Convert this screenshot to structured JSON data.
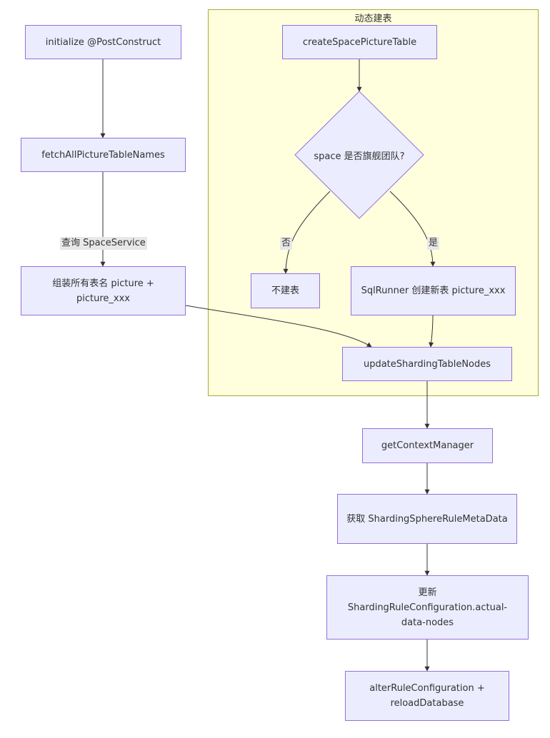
{
  "cluster": {
    "title": "动态建表"
  },
  "nodes": {
    "initialize": "initialize @PostConstruct",
    "fetch": "fetchAllPictureTableNames",
    "assemble": "组装所有表名 picture + picture_xxx",
    "create": "createSpacePictureTable",
    "decision": "space 是否旗舰团队?",
    "no_create": "不建表",
    "sql_runner": "SqlRunner 创建新表 picture_xxx",
    "update_nodes": "updateShardingTableNodes",
    "context_manager": "getContextManager",
    "get_metadata": "获取 ShardingSphereRuleMetaData",
    "update_config": "更新 ShardingRuleConfiguration.actual-data-nodes",
    "alter_reload": "alterRuleConfiguration + reloadDatabase"
  },
  "edge_labels": {
    "query": "查询 SpaceService",
    "no": "否",
    "yes": "是"
  },
  "colors": {
    "node_fill": "#ececff",
    "node_border": "#9370db",
    "cluster_fill": "#ffffde",
    "cluster_border": "#aaaa33",
    "edge": "#333333"
  }
}
